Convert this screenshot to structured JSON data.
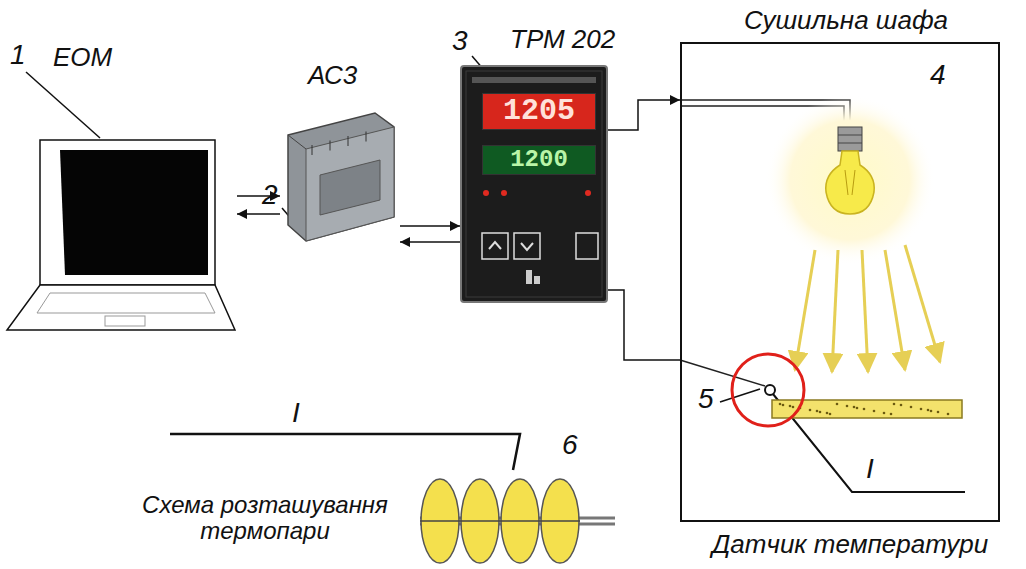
{
  "diagram": {
    "nodes": [
      {
        "text": [
          "ЕОМ"
        ]
      },
      {
        "text": [
          "АС3"
        ]
      },
      {
        "text": [
          "ТРМ 202",
          "1205",
          "1200"
        ]
      },
      {
        "text": [
          "Сушильна шафа"
        ]
      }
    ],
    "edges": [
      {
        "from": 0,
        "to": 1,
        "arrow": "both"
      },
      {
        "from": 1,
        "to": 2,
        "arrow": "both"
      },
      {
        "from": 2,
        "to": 3,
        "arrow": "to"
      },
      {
        "from": 2,
        "to": 3,
        "arrow": "none"
      }
    ],
    "labels": [
      "1",
      "2",
      "3",
      "4",
      "5",
      "I",
      "I",
      "6",
      "Схема розташування термопари",
      "Датчик температури"
    ]
  }
}
